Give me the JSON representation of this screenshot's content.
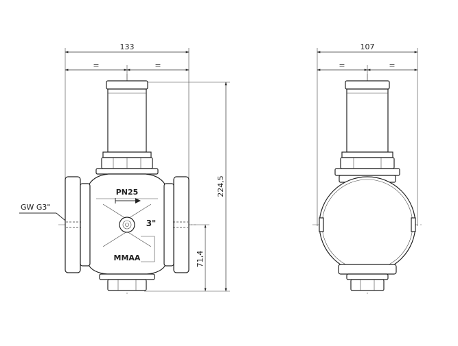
{
  "front_view": {
    "dim_width": "133",
    "dim_half_left": "=",
    "dim_half_right": "=",
    "dim_height": "224,5",
    "dim_lower": "71,4",
    "label_connection": "GW G3\"",
    "body_pressure": "PN25",
    "body_size": "3\"",
    "body_brand": "MMAA"
  },
  "side_view": {
    "dim_width": "107",
    "dim_half_left": "=",
    "dim_half_right": "="
  }
}
